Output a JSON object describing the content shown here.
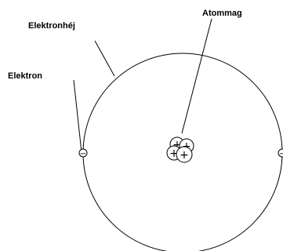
{
  "labels": {
    "shell": "Elektronhéj",
    "nucleus": "Atommag",
    "electron": "Elektron"
  },
  "symbols": {
    "proton": "+",
    "electron": "−"
  },
  "colors": {
    "line": "#000000",
    "background": "#ffffff"
  },
  "structure": {
    "electrons_visible": 2,
    "protons_visible": 4
  }
}
